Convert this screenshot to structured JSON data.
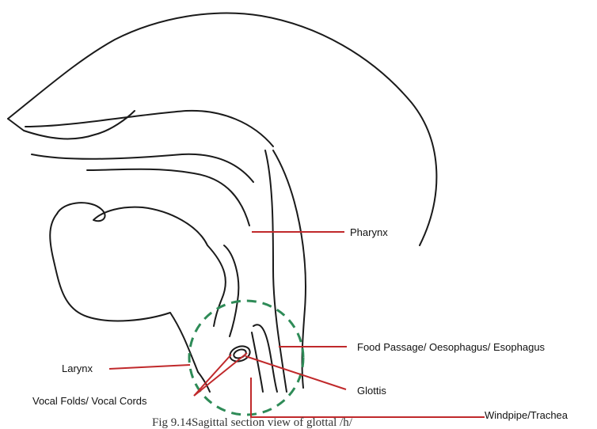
{
  "colors": {
    "outline": "#1a1a1a",
    "leader": "#c0292b",
    "circle": "#2e8b57"
  },
  "labels": {
    "pharynx": "Pharynx",
    "food_passage": "Food Passage/ Oesophagus/ Esophagus",
    "larynx": "Larynx",
    "glottis": "Glottis",
    "vocal_folds": "Vocal Folds/ Vocal Cords",
    "windpipe": "Windpipe/Trachea"
  },
  "caption": "Fig 9.14Sagittal section view of glottal /h/"
}
